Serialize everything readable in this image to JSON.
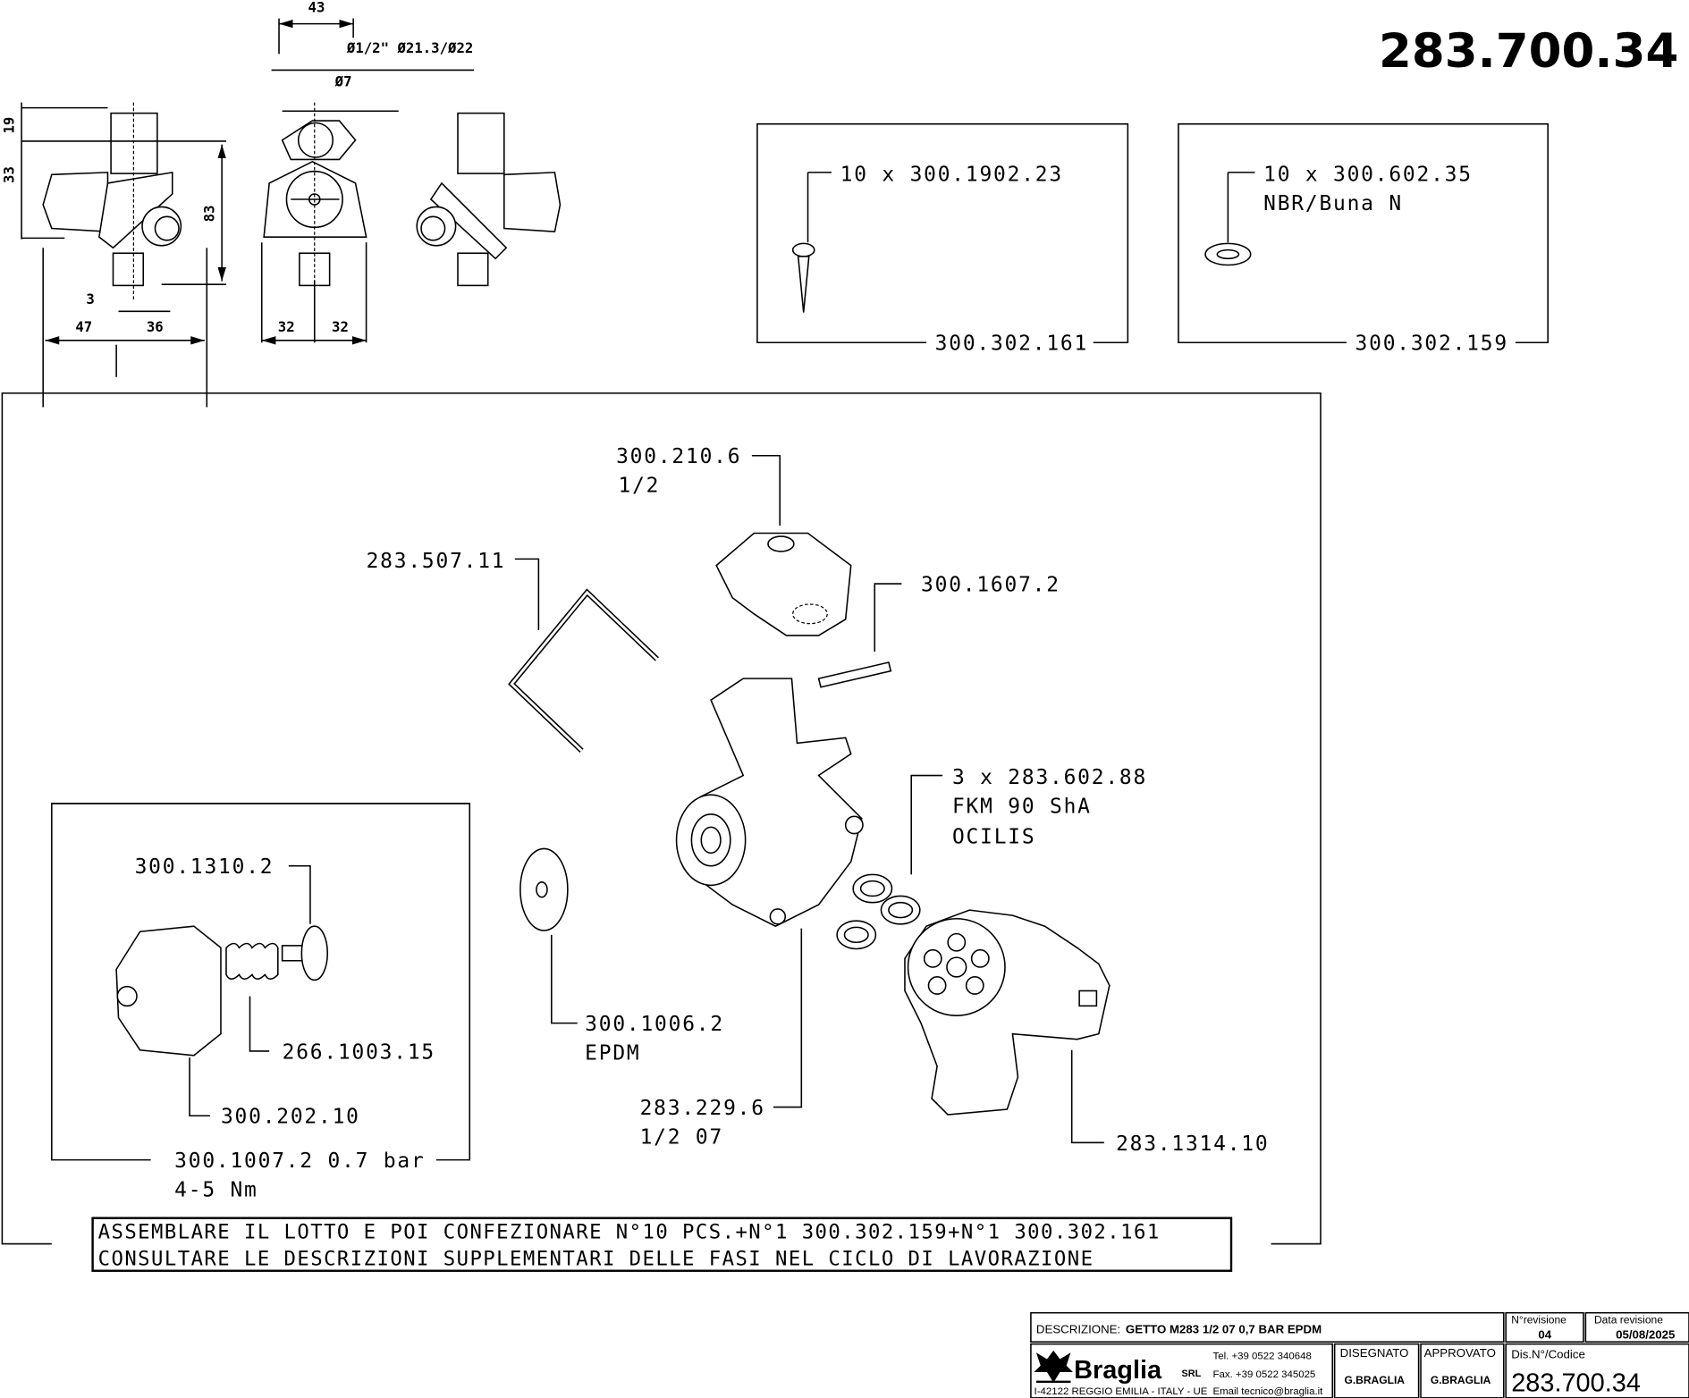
{
  "drawing_code": "283.700.34",
  "dimensions": {
    "d43": "43",
    "thread": "Ø1/2\"  Ø21.3/Ø22",
    "orifice": "Ø7",
    "d19": "19",
    "d33": "33",
    "d83": "83",
    "d3": "3",
    "d47": "47",
    "d36": "36",
    "d32a": "32",
    "d32b": "32"
  },
  "kit_boxes": [
    {
      "line1": "10 x 300.1902.23",
      "line2": "",
      "code": "300.302.161"
    },
    {
      "line1": "10 x 300.602.35",
      "line2": "NBR/Buna N",
      "code": "300.302.159"
    }
  ],
  "parts": {
    "clamp": {
      "code": "300.210.6",
      "sub": "1/2"
    },
    "pin_clip": {
      "code": "283.507.11"
    },
    "pin": {
      "code": "300.1607.2"
    },
    "orings": {
      "code": "3 x 283.602.88",
      "sub": "FKM 90 ShA",
      "sub2": "OCILIS"
    },
    "membrane": {
      "code": "300.1006.2",
      "sub": "EPDM"
    },
    "body": {
      "code": "283.229.6",
      "sub": "1/2 07"
    },
    "nozzle_holder": {
      "code": "283.1314.10"
    },
    "valve_disc": {
      "code": "300.1310.2"
    },
    "spring": {
      "code": "266.1003.15"
    },
    "cap": {
      "code": "300.202.10"
    },
    "check_valve": {
      "code": "300.1007.2 0.7 bar",
      "sub": "4-5 Nm"
    }
  },
  "note": {
    "line1": "ASSEMBLARE IL LOTTO E POI CONFEZIONARE N°10 PCS.+N°1 300.302.159+N°1 300.302.161",
    "line2": "CONSULTARE LE DESCRIZIONI SUPPLEMENTARI DELLE FASI NEL CICLO DI LAVORAZIONE"
  },
  "title_block": {
    "desc_label": "DESCRIZIONE:",
    "desc_value": "GETTO M283 1/2 07 0,7 BAR EPDM",
    "rev_label": "N°revisione",
    "rev_value": "04",
    "date_label": "Data revisione",
    "date_value": "05/08/2025",
    "company": "Braglia",
    "company_suffix": "SRL",
    "address": "I-42122 REGGIO EMILIA - ITALY - UE",
    "tel": "Tel. +39 0522 340648",
    "fax": "Fax. +39 0522 345025",
    "email": "Email tecnico@braglia.it",
    "drawn_label": "DISEGNATO",
    "drawn_value": "G.BRAGLIA",
    "approved_label": "APPROVATO",
    "approved_value": "G.BRAGLIA",
    "code_label": "Dis.N°/Codice",
    "code_value": "283.700.34"
  }
}
